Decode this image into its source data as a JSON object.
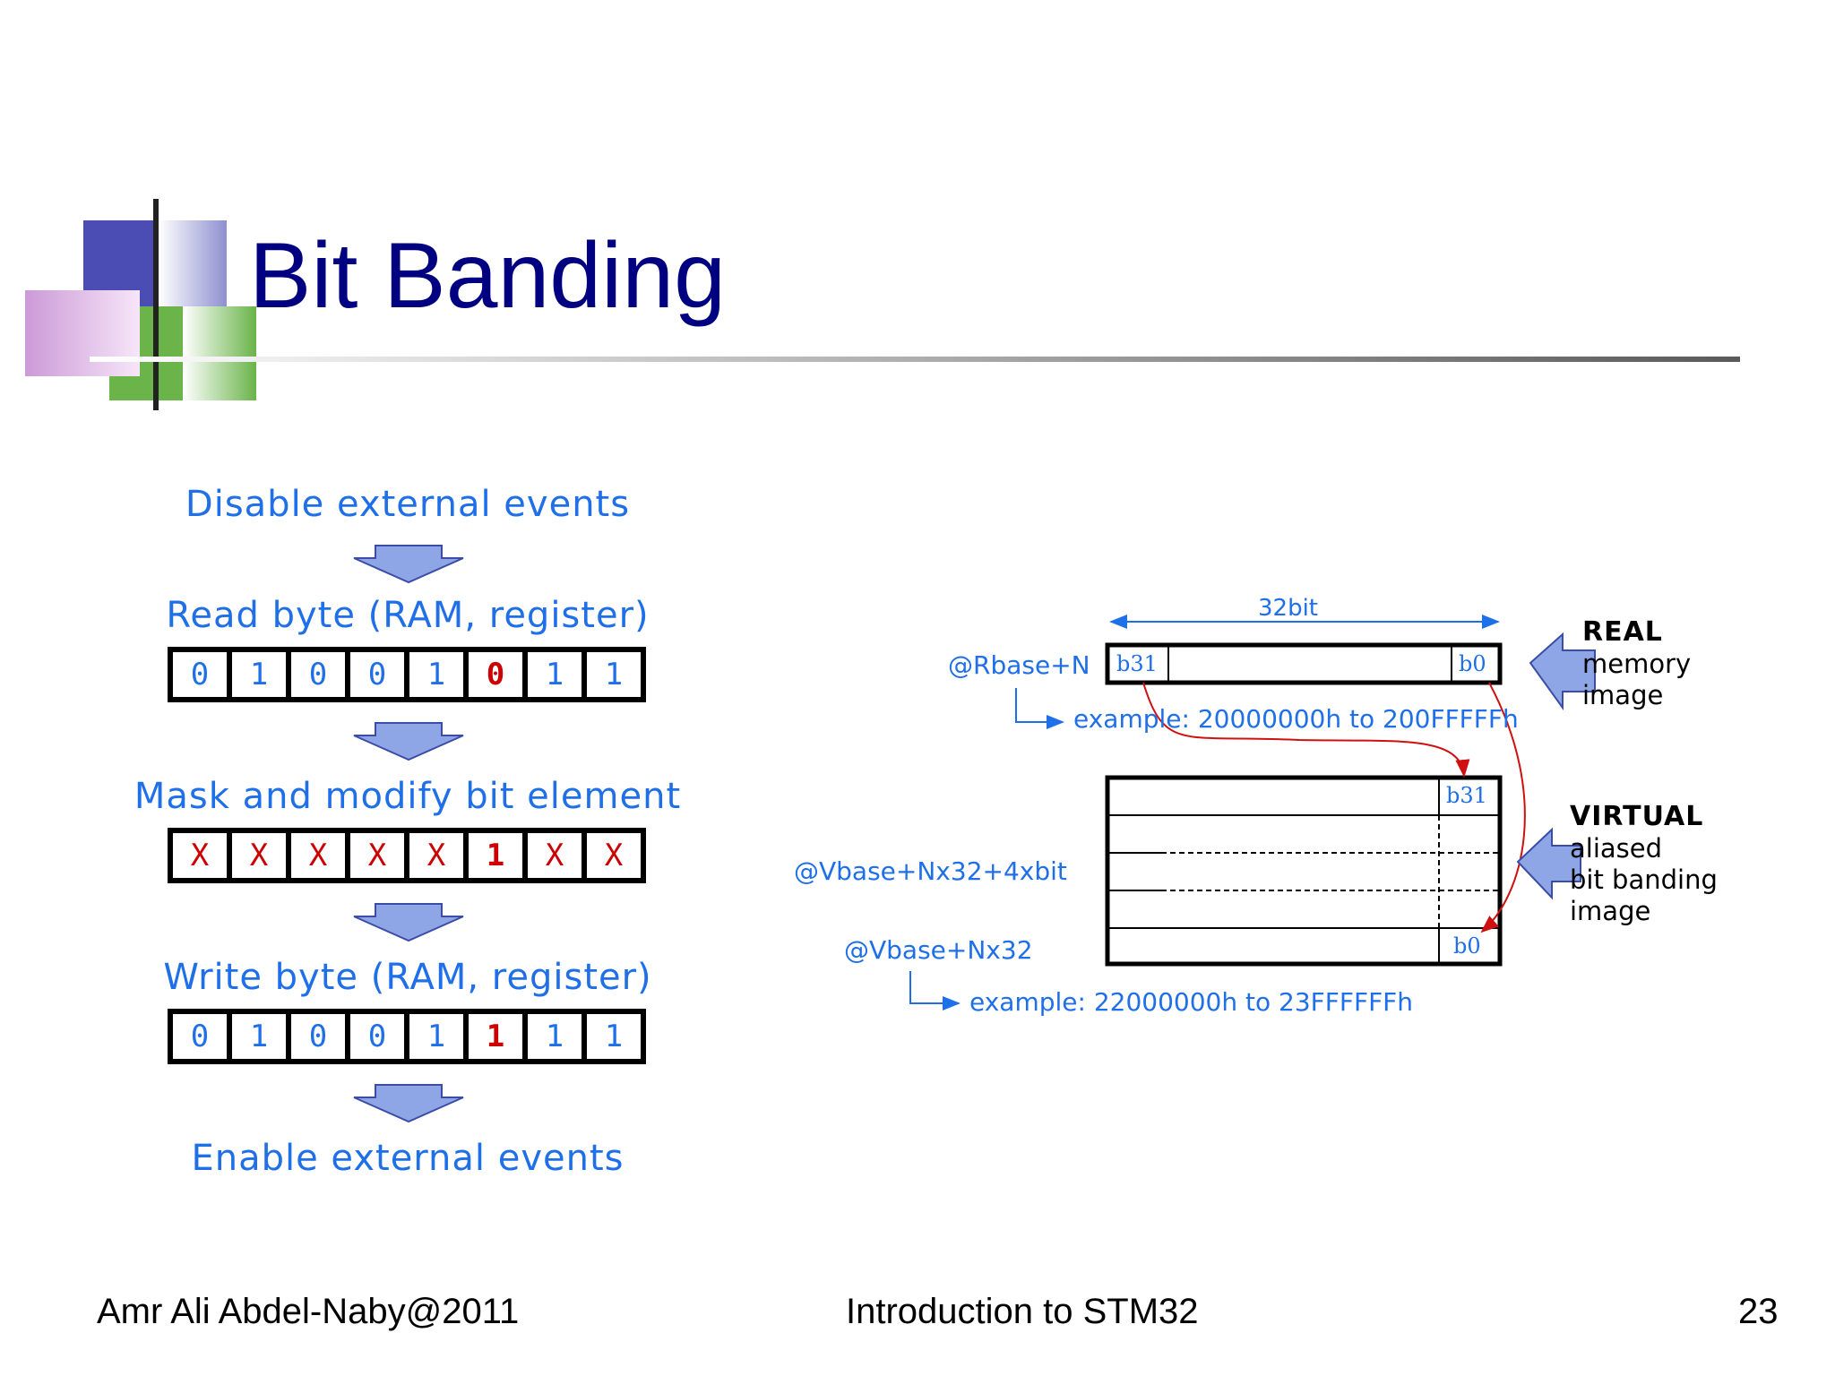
{
  "slide": {
    "title": "Bit Banding",
    "colors": {
      "title": "#000080",
      "flow_text": "#1e6fe8",
      "highlight": "#cc0000",
      "arrow_fill": "#8fa6e6",
      "arrow_stroke": "#3a4ea8",
      "diagram_red": "#d01010",
      "square_blue": "#4b4db5",
      "square_green": "#6ab44a",
      "square_pink": "#d8a8e0"
    }
  },
  "flow": {
    "step1": "Disable external events",
    "step2": "Read byte (RAM, register)",
    "step3": "Mask and modify bit element",
    "step4": "Write byte (RAM, register)",
    "step5": "Enable external events",
    "read_bits": [
      "0",
      "1",
      "0",
      "0",
      "1",
      "0",
      "1",
      "1"
    ],
    "mask_bits": [
      "X",
      "X",
      "X",
      "X",
      "X",
      "1",
      "X",
      "X"
    ],
    "write_bits": [
      "0",
      "1",
      "0",
      "0",
      "1",
      "1",
      "1",
      "1"
    ],
    "highlight_index": 5
  },
  "diagram": {
    "width_label": "32bit",
    "rbase_label": "@Rbase+N",
    "real_example": "example: 20000000h to 200FFFFFh",
    "b31_label": "b31",
    "b0_label": "b0",
    "vbase_bit_label": "@Vbase+Nx32+4xbit",
    "vbase_label": "@Vbase+Nx32",
    "virtual_example": "example: 22000000h to 23FFFFFFh",
    "real_title": "REAL",
    "real_line1": "memory",
    "real_line2": "image",
    "virtual_title": "VIRTUAL",
    "virtual_line1": "aliased",
    "virtual_line2": "bit banding",
    "virtual_line3": "image"
  },
  "footer": {
    "author": "Amr Ali Abdel-Naby@2011",
    "course": "Introduction to STM32",
    "page": "23"
  }
}
